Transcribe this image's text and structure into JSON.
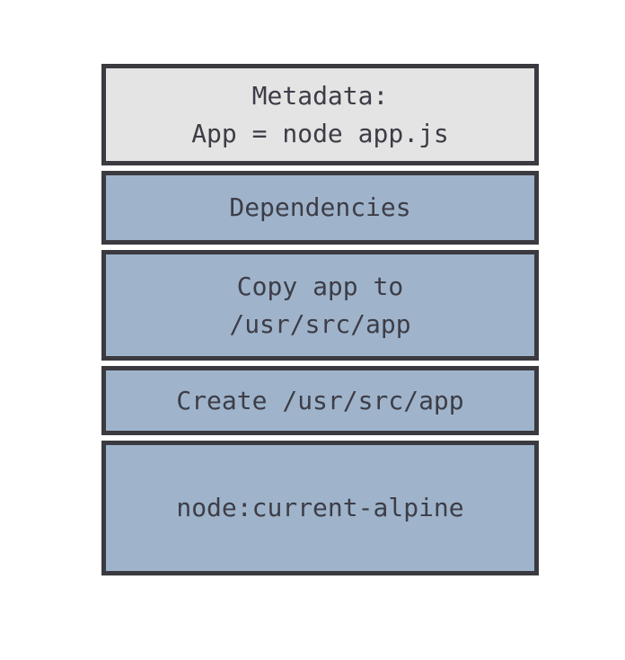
{
  "diagram": {
    "title": "docker-image-layers",
    "background_color": "#ffffff",
    "border_color": "#3a3a40",
    "text_color": "#3d3d47",
    "layers": [
      {
        "name": "metadata",
        "fill": "#e4e4e4",
        "lines": [
          "Metadata:",
          "App = node app.js"
        ]
      },
      {
        "name": "dependencies",
        "fill": "#9fb4cb",
        "lines": [
          "Dependencies"
        ]
      },
      {
        "name": "copy-app",
        "fill": "#9fb4cb",
        "lines": [
          "Copy app to",
          "/usr/src/app"
        ]
      },
      {
        "name": "create-dir",
        "fill": "#9fb4cb",
        "lines": [
          "Create /usr/src/app"
        ]
      },
      {
        "name": "base-image",
        "fill": "#9fb4cb",
        "lines": [
          "node:current-alpine"
        ]
      }
    ]
  }
}
